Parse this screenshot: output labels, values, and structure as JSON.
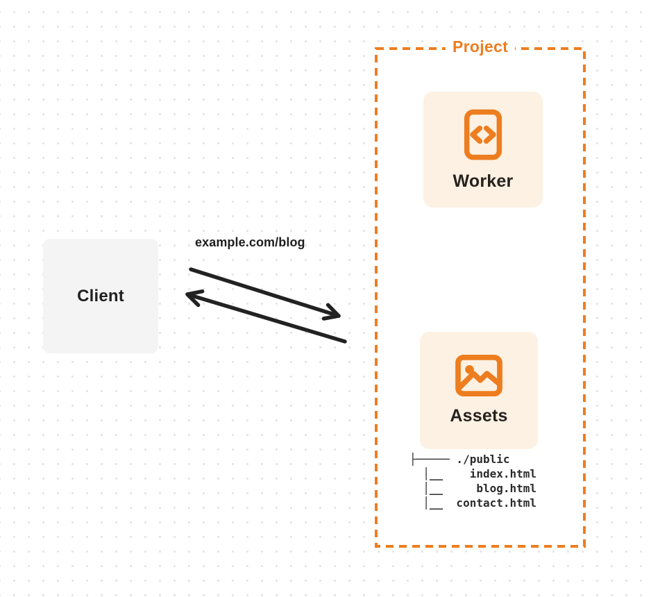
{
  "colors": {
    "accent": "#ED7D1F",
    "card_background": "#FDF1E3",
    "client_background": "#F4F4F5",
    "ink": "#1F1F1F",
    "dot_grid": "#E4E4E7"
  },
  "client": {
    "label": "Client"
  },
  "request": {
    "label": "example.com/blog"
  },
  "project": {
    "label": "Project",
    "worker": {
      "label": "Worker",
      "icon": "code-icon"
    },
    "assets": {
      "label": "Assets",
      "icon": "image-icon"
    },
    "file_tree": {
      "lines": [
        "├───── ./public",
        "  │__    index.html",
        "  │__     blog.html",
        "  │__  contact.html"
      ]
    }
  }
}
